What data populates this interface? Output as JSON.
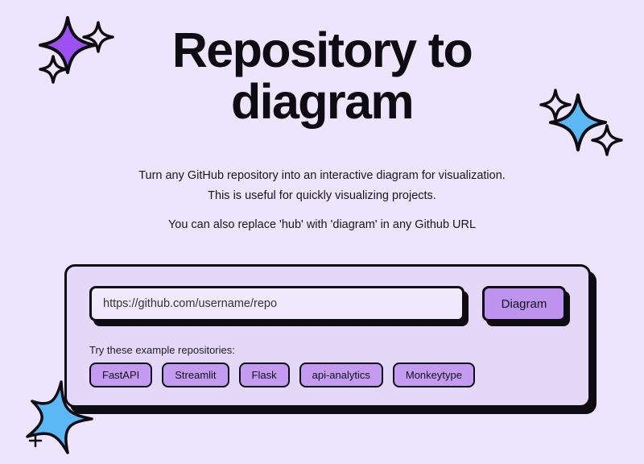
{
  "page": {
    "background_color": "#ece5fb",
    "title_line_1": "Repository to",
    "title_line_2": "diagram"
  },
  "subtitle": {
    "line_1": "Turn any GitHub repository into an interactive diagram for visualization.",
    "line_2": "This is useful for quickly visualizing projects.",
    "line_3": "You can also replace 'hub' with 'diagram' in any Github URL"
  },
  "form": {
    "url_placeholder": "https://github.com/username/repo",
    "url_value": "",
    "submit_label": "Diagram",
    "accent_color": "#bd93ee",
    "border_color": "#0c0c12"
  },
  "examples": {
    "label": "Try these example repositories:",
    "chip_color": "#c49bf0",
    "chips": [
      {
        "label": "FastAPI"
      },
      {
        "label": "Streamlit"
      },
      {
        "label": "Flask"
      },
      {
        "label": "api-analytics"
      },
      {
        "label": "Monkeytype"
      }
    ]
  },
  "decorations": {
    "sparkle_top_left": {
      "icon": "sparkle-icon",
      "color": "#9b51f0"
    },
    "sparkle_top_right": {
      "icon": "sparkle-icon",
      "color": "#5bb8f5"
    },
    "sparkle_bottom_left": {
      "icon": "star-burst-icon",
      "color": "#5bb8f5"
    }
  }
}
